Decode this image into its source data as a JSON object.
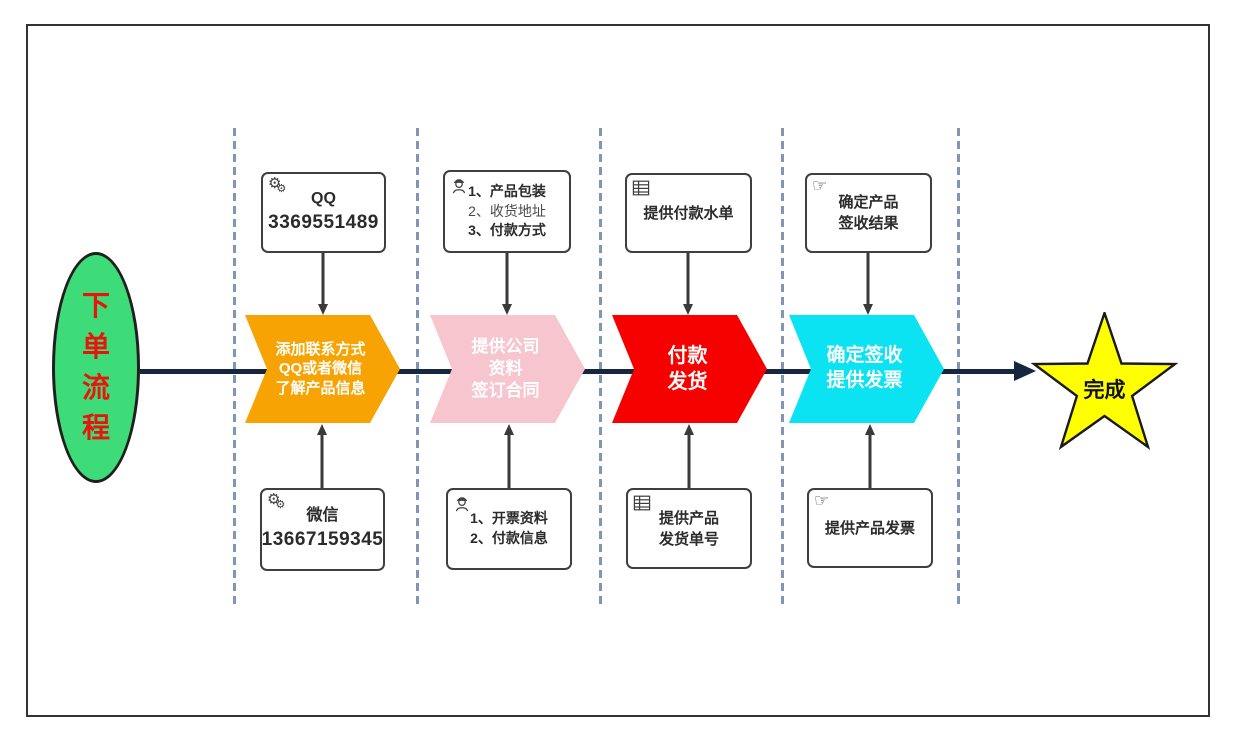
{
  "flow": {
    "start": {
      "label": "下单流程",
      "chars": [
        "下",
        "单",
        "流",
        "程"
      ],
      "shape": "ellipse",
      "fill": "#3EDC78",
      "text_color": "#E8150C"
    },
    "end": {
      "label": "完成",
      "shape": "star",
      "fill": "#FFFF00"
    },
    "stages": [
      {
        "chevron_lines": [
          "添加联系方式",
          "QQ或者微信",
          "了解产品信息"
        ],
        "color": "#F7A303",
        "top_note": {
          "icon": "gears-icon",
          "lines": [
            "QQ",
            "3369551489"
          ]
        },
        "bottom_note": {
          "icon": "gears-icon",
          "lines": [
            "微信",
            "13667159345"
          ]
        }
      },
      {
        "chevron_lines": [
          "提供公司",
          "资料",
          "签订合同"
        ],
        "color": "#F7C5CE",
        "top_note": {
          "icon": "engineer-icon",
          "lines": [
            "1、产品包装",
            "2、收货地址",
            "3、付款方式"
          ]
        },
        "bottom_note": {
          "icon": "engineer-icon",
          "lines": [
            "1、开票资料",
            "2、付款信息"
          ]
        }
      },
      {
        "chevron_lines": [
          "付款",
          "发货"
        ],
        "color": "#F60000",
        "top_note": {
          "icon": "table-icon",
          "lines": [
            "提供付款水单"
          ]
        },
        "bottom_note": {
          "icon": "table-icon",
          "lines": [
            "提供产品",
            "发货单号"
          ]
        }
      },
      {
        "chevron_lines": [
          "确定签收",
          "提供发票"
        ],
        "color": "#0BE2F2",
        "top_note": {
          "icon": "pointing-hand-icon",
          "lines": [
            "确定产品",
            "签收结果"
          ]
        },
        "bottom_note": {
          "icon": "pointing-hand-icon",
          "lines": [
            "提供产品发票"
          ]
        }
      }
    ],
    "colors": {
      "main_line": "#15263E",
      "dashed_separator": "#7E97B7",
      "note_border": "#3F3F3F",
      "frame_border": "#333333"
    }
  }
}
